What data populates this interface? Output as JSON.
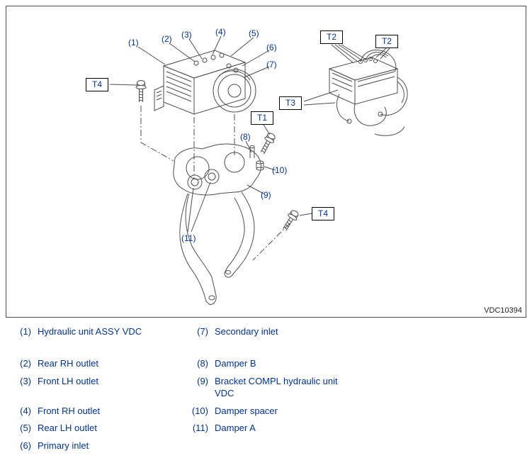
{
  "figure": {
    "code": "VDC10394",
    "callouts": {
      "c1": "(1)",
      "c2": "(2)",
      "c3": "(3)",
      "c4": "(4)",
      "c5": "(5)",
      "c6": "(6)",
      "c7": "(7)",
      "c8": "(8)",
      "c9": "(9)",
      "c10": "(10)",
      "c11": "(11)"
    },
    "torque": {
      "t1": "T1",
      "t2_a": "T2",
      "t2_b": "T2",
      "t3": "T3",
      "t4_left": "T4",
      "t4_right": "T4"
    }
  },
  "legend": {
    "rows": [
      {
        "left": {
          "num": "(1)",
          "text": "Hydraulic unit ASSY VDC"
        },
        "right": {
          "num": "(7)",
          "text": "Secondary inlet"
        }
      },
      {
        "left": {
          "num": "(2)",
          "text": "Rear RH outlet"
        },
        "right": {
          "num": "(8)",
          "text": "Damper B"
        }
      },
      {
        "left": {
          "num": "(3)",
          "text": "Front LH outlet"
        },
        "right": {
          "num": "(9)",
          "text": "Bracket COMPL hydraulic unit\nVDC"
        }
      },
      {
        "left": {
          "num": "(4)",
          "text": "Front RH outlet"
        },
        "right": {
          "num": "(10)",
          "text": "Damper spacer"
        }
      },
      {
        "left": {
          "num": "(5)",
          "text": "Rear LH outlet"
        },
        "right": {
          "num": "(11)",
          "text": "Damper A"
        }
      },
      {
        "left": {
          "num": "(6)",
          "text": "Primary inlet"
        },
        "right": null
      }
    ]
  },
  "colors": {
    "text_blue": "#003399",
    "line_gray": "#4d4d4d",
    "border": "#4d4d4d"
  }
}
